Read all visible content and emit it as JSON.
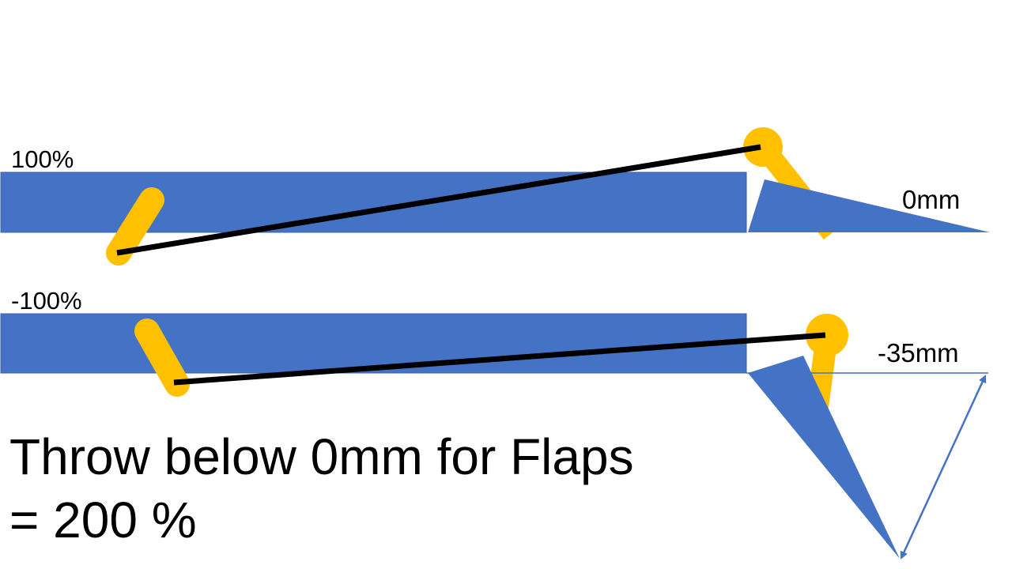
{
  "labels": {
    "top_percent": "100%",
    "bottom_percent": "-100%",
    "top_throw": "0mm",
    "bottom_throw": "-35mm"
  },
  "caption": {
    "line1": "Throw below 0mm for Flaps",
    "line2": "= 200 %"
  },
  "colors": {
    "wing": "#4472c4",
    "servo_arm": "#ffc000",
    "pushrod": "#000000",
    "arrow": "#4472c4"
  }
}
